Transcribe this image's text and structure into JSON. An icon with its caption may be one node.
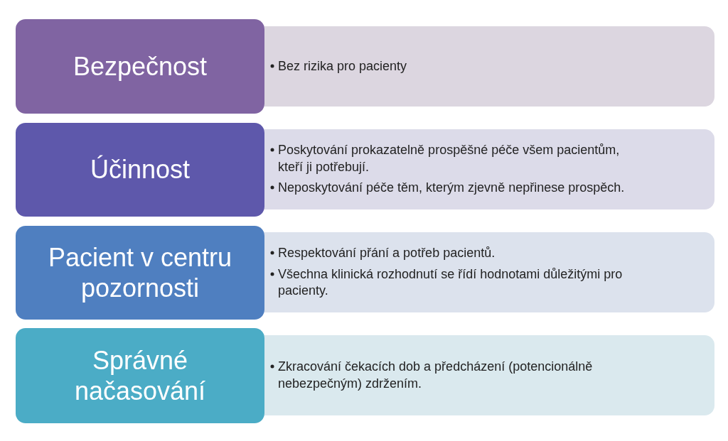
{
  "diagram": {
    "nodes": [
      {
        "text": [
          "Bezpečnost"
        ]
      },
      {
        "text": [
          "Bez rizika pro pacienty"
        ]
      },
      {
        "text": [
          "Účinnost"
        ]
      },
      {
        "text": [
          "Poskytování prokazatelně prospěšné péče všem pacientům, kteří ji potřebují.",
          "Neposkytování péče těm, kterým zjevně nepřinese prospěch."
        ]
      },
      {
        "text": [
          "Pacient v centru pozornosti"
        ]
      },
      {
        "text": [
          "Respektování přání a potřeb pacientů.",
          "Všechna klinická rozhodnutí se řídí hodnotami důležitými pro pacienty."
        ]
      },
      {
        "text": [
          "Správné načasování"
        ]
      },
      {
        "text": [
          "Zkracování čekacích dob a předcházení (potencionálně nebezpečným) zdržením."
        ]
      }
    ]
  }
}
